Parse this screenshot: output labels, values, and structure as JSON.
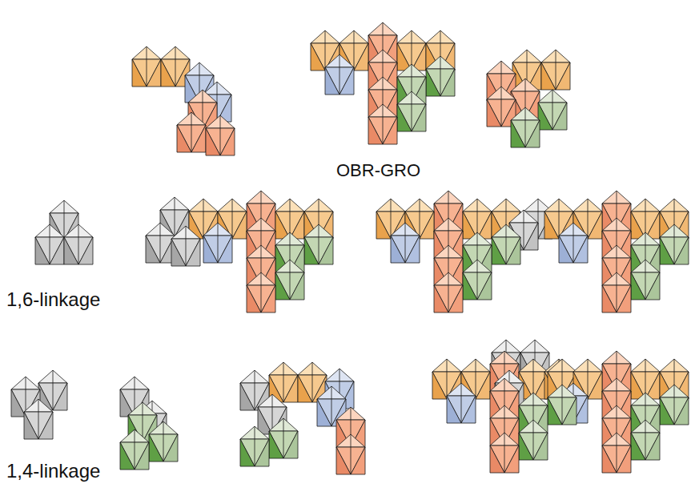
{
  "diagram": {
    "labels": [
      "OBR-GRO",
      "1,6-linkage",
      "1,4-linkage"
    ]
  }
}
